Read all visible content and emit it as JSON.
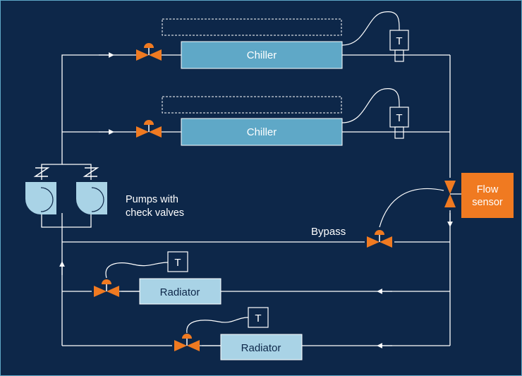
{
  "colors": {
    "background": "#0d2749",
    "pipe": "#ffffff",
    "component_fill": "#5fa8c7",
    "component_light": "#a9d3e6",
    "valve": "#f07a21",
    "sensor_box": "#f07a21"
  },
  "labels": {
    "chiller_top": "Chiller",
    "chiller_bottom": "Chiller",
    "radiator_top": "Radiator",
    "radiator_bottom": "Radiator",
    "temp_sensor": "T",
    "pumps_line1": "Pumps with",
    "pumps_line2": "check valves",
    "bypass": "Bypass",
    "flow_sensor_line1": "Flow",
    "flow_sensor_line2": "sensor"
  },
  "icons": [
    "valve-icon",
    "pump-icon",
    "check-valve-icon",
    "flow-arrow-icon"
  ]
}
